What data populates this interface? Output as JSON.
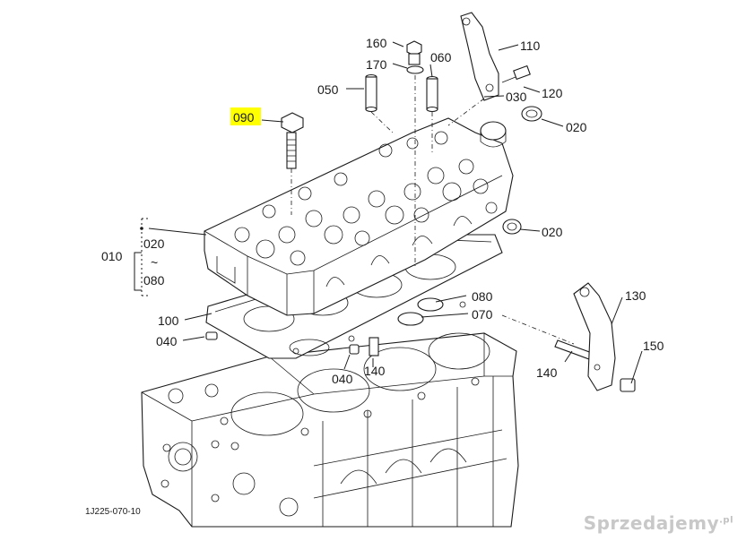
{
  "diagram": {
    "code": "1J225-070-10",
    "highlight_color": "#ffff00",
    "labels": {
      "p160": "160",
      "p110": "110",
      "p170": "170",
      "p060": "060",
      "p050": "050",
      "p030": "030",
      "p120": "120",
      "p090": "090",
      "p020a": "020",
      "p020b": "020",
      "p010": "010",
      "p020c": "020",
      "tilde": "~",
      "p080a": "080",
      "p080b": "080",
      "p070": "070",
      "p130": "130",
      "p100": "100",
      "p040a": "040",
      "p150": "150",
      "p140a": "140",
      "p140b": "140",
      "p040b": "040"
    }
  },
  "watermark": {
    "text": "Sprzedajemy",
    "suffix": ".pl"
  }
}
